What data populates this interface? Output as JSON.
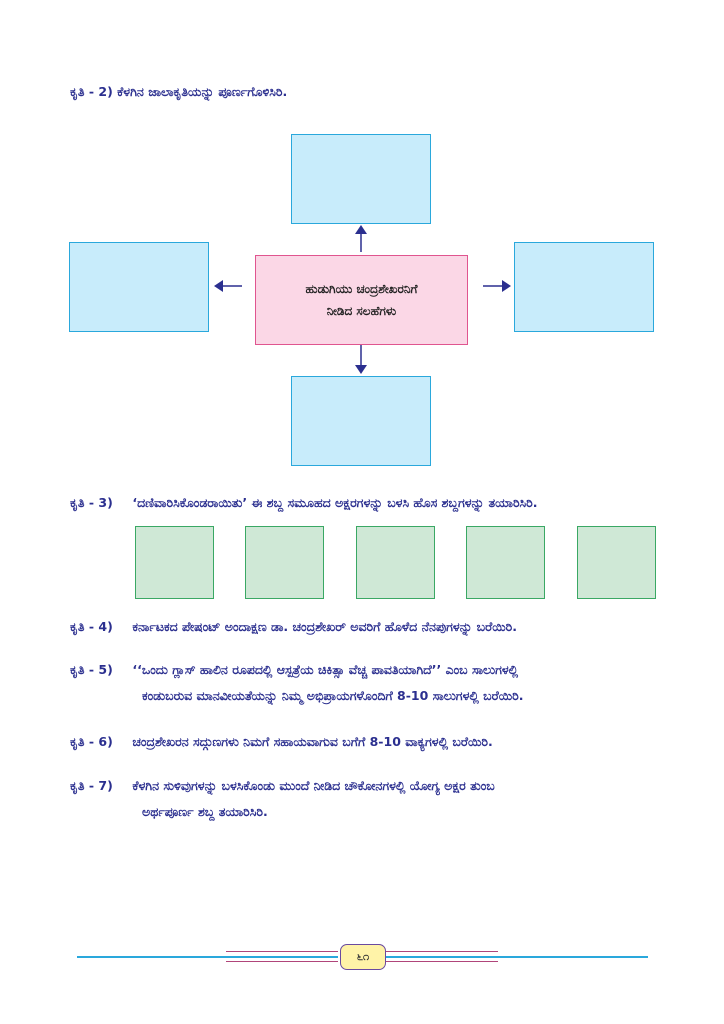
{
  "heading": "ಕೃತಿ - 2)  ಕೆಳಗಿನ ಜಾಲಾಕೃತಿಯನ್ನು ಪೂರ್ಣಗೊಳಿಸಿರಿ.",
  "diagram": {
    "center_line1": "ಹುಡುಗಿಯು ಚಂದ್ರಶೇಖರನಿಗೆ",
    "center_line2": "ನೀಡಿದ ಸಲಹೆಗಳು"
  },
  "tasks": {
    "t3": {
      "label": "ಕೃತಿ - 3)",
      "text": "‘ದಣಿವಾರಿಸಿಕೊಂಡರಾಯಿತು’ ಈ ಶಬ್ದ ಸಮೂಹದ ಅಕ್ಷರಗಳನ್ನು ಬಳಸಿ ಹೊಸ ಶಬ್ದಗಳನ್ನು ತಯಾರಿಸಿರಿ."
    },
    "t4": {
      "label": "ಕೃತಿ - 4)",
      "text": "ಕರ್ನಾಟಕದ ಪೇಷಂಟ್ ಅಂದಾಕ್ಷಣ ಡಾ. ಚಂದ್ರಶೇಖರ್ ಅವರಿಗೆ ಹೊಳೆದ ನೆನಪುಗಳನ್ನು ಬರೆಯಿರಿ."
    },
    "t5": {
      "label": "ಕೃತಿ - 5)",
      "text": "‘‘ಒಂದು ಗ್ಲಾಸ್ ಹಾಲಿನ ರೂಪದಲ್ಲಿ ಆಸ್ಪತ್ರೆಯ ಚಿಕಿತ್ಸಾ ವೆಚ್ಚ ಪಾವತಿಯಾಗಿದೆ’’ ಎಂಬ ಸಾಲುಗಳಲ್ಲಿ",
      "text2": "ಕಂಡುಬರುವ ಮಾನವೀಯತೆಯನ್ನು ನಿಮ್ಮ ಅಭಿಪ್ರಾಯಗಳೊಂದಿಗೆ 8-10 ಸಾಲುಗಳಲ್ಲಿ ಬರೆಯಿರಿ."
    },
    "t6": {
      "label": "ಕೃತಿ - 6)",
      "text": "ಚಂದ್ರಶೇಖರನ ಸದ್ಗುಣಗಳು ನಿಮಗೆ ಸಹಾಯವಾಗುವ ಬಗೆಗೆ 8-10 ವಾಕ್ಯಗಳಲ್ಲಿ ಬರೆಯಿರಿ."
    },
    "t7": {
      "label": "ಕೃತಿ - 7)",
      "text": "ಕೆಳಗಿನ ಸುಳಿವುಗಳನ್ನು ಬಳಸಿಕೊಂಡು ಮುಂದೆ ನೀಡಿದ ಚೌಕೋನಗಳಲ್ಲಿ ಯೋಗ್ಯ ಅಕ್ಷರ ತುಂಬ",
      "text2": "ಅರ್ಥಪೂರ್ಣ ಶಬ್ದ ತಯಾರಿಸಿರಿ."
    }
  },
  "page_number": "೬೧",
  "colors": {
    "text": "#2b2f8f",
    "blue_fill": "#c8ecfb",
    "pink_fill": "#fbd7e6",
    "green_fill": "#cfe8d6",
    "arrow": "#2b2f8f"
  }
}
